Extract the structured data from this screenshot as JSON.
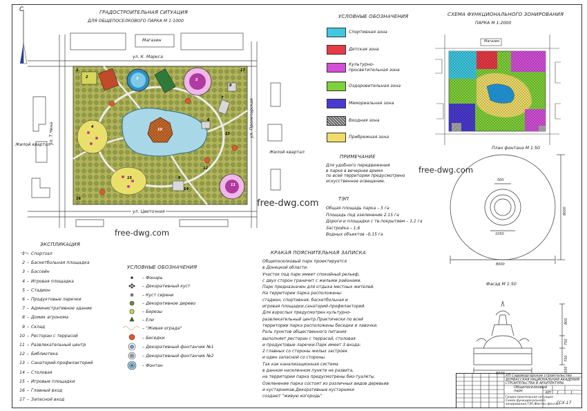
{
  "site_plan": {
    "title": "ГРАДОСТРОИТЕЛЬНАЯ СИТУАЦИЯ",
    "subtitle": "ДЛЯ ОБЩЕПОСЕЛКОВОГО ПАРКА М 1:1000",
    "building_label": "Магазин",
    "street_top": "ул. К. Маркса",
    "street_left": "ул. Т.Чена",
    "street_right": "ул. Пролетарская",
    "street_bottom": "ул. Цветочная",
    "residential_left": "Жилой квартал",
    "residential_right": "Жилой квартал",
    "numbers": [
      "1",
      "2",
      "3",
      "4",
      "5",
      "6",
      "7",
      "8",
      "9",
      "10",
      "11",
      "12",
      "13",
      "14",
      "15",
      "16",
      "17"
    ]
  },
  "zones_legend": {
    "title": "УСЛОВНЫЕ ОБОЗНАЧЕНИЯ",
    "items": [
      {
        "label": "Спортивная зона",
        "color": "#3fc8e0"
      },
      {
        "label": "Детская зона",
        "color": "#e83a46"
      },
      {
        "label": "Культурно-\nпросветительная зона",
        "color": "#d34fd8"
      },
      {
        "label": "Оздоровительная зона",
        "color": "#7fd13a"
      },
      {
        "label": "Мемориальная зона",
        "color": "#4a3bd0"
      },
      {
        "label": "Входная зона",
        "color": "#9a9a9a"
      },
      {
        "label": "Прибрежная зона",
        "color": "#f0dc6a"
      }
    ]
  },
  "zoning": {
    "title": "СХЕМА ФУНКЦИОНАЛЬНОГО ЗОНИРОВАНИЯ",
    "subtitle": "ПАРКА М 1:2000",
    "building_label": "Магазин"
  },
  "note": {
    "title": "ПРИМЕЧАНИЕ",
    "lines": [
      "Для удобного передвижения",
      "в парке в вечернее время",
      "по всей территории предусмотрено",
      "искусственное освещение."
    ]
  },
  "tep": {
    "title": "ТЭП",
    "lines": [
      "Общая площадь парка – 5 га",
      "Площадь под озеленение 2.15 га",
      "Дороги и площадки с тв.покрытием – 1,1 га",
      "Застройка – 1,6",
      "Водных объектов –0,15 га"
    ]
  },
  "fountain_plan": {
    "title": "План фонтана М 1:50",
    "dim_500": "500",
    "dim_1050": "1050",
    "dim_8000": "8000",
    "dim_8000_v": "8000"
  },
  "facade": {
    "title": "Фасад М 1:50",
    "dim_8000": "8000",
    "dims_v": [
      "800",
      "750",
      "750",
      "550"
    ]
  },
  "explication": {
    "title": "ЭКСПЛИКАЦИЯ",
    "items": [
      {
        "n": "1",
        "label": "Спортзал"
      },
      {
        "n": "2",
        "label": "Баскетбольная площадка"
      },
      {
        "n": "3",
        "label": "Бассейн"
      },
      {
        "n": "4",
        "label": "Игровая площадка"
      },
      {
        "n": "5",
        "label": "Стадион"
      },
      {
        "n": "6",
        "label": "Продуктовые ларечки"
      },
      {
        "n": "7",
        "label": "Административное здание"
      },
      {
        "n": "8",
        "label": "Домик агронома"
      },
      {
        "n": "9",
        "label": "Склад"
      },
      {
        "n": "10",
        "label": "Ресторан с террасой"
      },
      {
        "n": "11",
        "label": "Развлекательный центр"
      },
      {
        "n": "12",
        "label": "Библиотека"
      },
      {
        "n": "13",
        "label": "Санаторий-профилакторий"
      },
      {
        "n": "14",
        "label": "Столовая"
      },
      {
        "n": "15",
        "label": "Игровые площадки"
      },
      {
        "n": "16",
        "label": "Главный вход"
      },
      {
        "n": "17",
        "label": "Запасной вход"
      }
    ]
  },
  "symbols": {
    "title": "УСЛОВНЫЕ ОБОЗНАЧЕНИЯ",
    "items": [
      {
        "label": "Фонарь"
      },
      {
        "label": "Декоративный куст"
      },
      {
        "label": "Куст сирени"
      },
      {
        "label": "Декоративное дерево"
      },
      {
        "label": "Березы"
      },
      {
        "label": "Ели"
      },
      {
        "label": "\"Живая ограда\""
      },
      {
        "label": "Беседки"
      },
      {
        "label": "Декоративный фонтанчик №1"
      },
      {
        "label": "Декоративный фонтанчик №2"
      },
      {
        "label": "Фонтан"
      }
    ]
  },
  "explanatory_note": {
    "title": "КРАКАЯ ПОЯСНИТЕЛЬНАЯ ЗАПИСКА",
    "lines": [
      "Общепоселковый парк проектируется",
      "в Донецкой области.",
      "Участок под парк имеет спокойный рельеф,",
      "с двух сторон граничит с жилыми районами.",
      "Парк предназначен для отдыха местных жителей.",
      "На территории парка расположены:",
      "стадион, спортивная, баскетбольная и",
      "игровая площадки,санаторий-профилакторий.",
      "Для взрослых предусмотрен культурно-",
      "развлекательный центр.Практически по всей",
      "территории парка расположены беседки и лавочки.",
      "Роль пунктов общественного питания",
      "выполняет ресторан с террасой, столовая",
      "и продуктовые ларечки.Парк имеет 3 входа:",
      "2 главных со стороны жилых застроек",
      "и один запасной со стороны.",
      "Так как канализационная система",
      "в данном населенном пункте не развита,",
      "на территории парка предусмотрены био-туалеты.",
      "Озеленение парка состоит из различных видов деревьев",
      "и кустарников.Декоративные кустарники",
      "создают \"живую изгородь\""
    ]
  },
  "title_block": {
    "org": "ХП Садоводгорское строительство",
    "academy": "ДОНБАССКАЯ НАЦИОНАЛЬНАЯ АКАДЕМИЯ\nСТРОИТЕЛЬСТВА И АРХИТЕКТУРЫ",
    "project": "Общепоселковый\nпарк",
    "sheet_desc": "Градостроительная ситуация\nСхема функционального\nзонирования,ТЭП,Фонтан фонтан",
    "stage": "КП",
    "sheet": "1",
    "sheets": "1",
    "code": "ГСХ-17"
  },
  "watermarks": [
    "free-dwg.com",
    "free-dwg.com",
    "free-dwg.com"
  ],
  "compass": "С"
}
